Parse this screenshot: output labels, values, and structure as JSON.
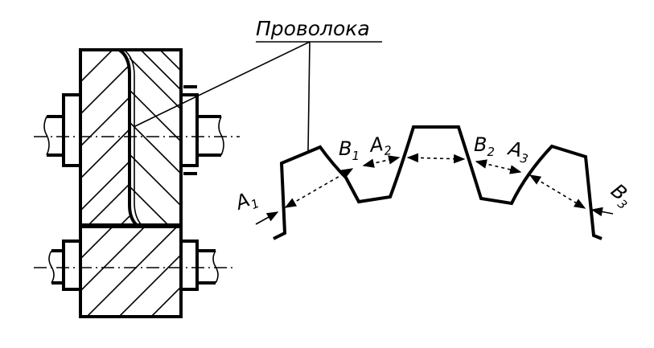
{
  "caption": {
    "wire_label": "Проволока"
  },
  "points": [
    {
      "id": "A1",
      "letter": "A",
      "index": "1"
    },
    {
      "id": "B1",
      "letter": "B",
      "index": "1"
    },
    {
      "id": "A2",
      "letter": "A",
      "index": "2"
    },
    {
      "id": "B2",
      "letter": "B",
      "index": "2"
    },
    {
      "id": "A3",
      "letter": "A",
      "index": "3"
    },
    {
      "id": "B3",
      "letter": "B",
      "index": "3"
    }
  ],
  "colors": {
    "ink": "#000000",
    "paper": "#ffffff"
  }
}
